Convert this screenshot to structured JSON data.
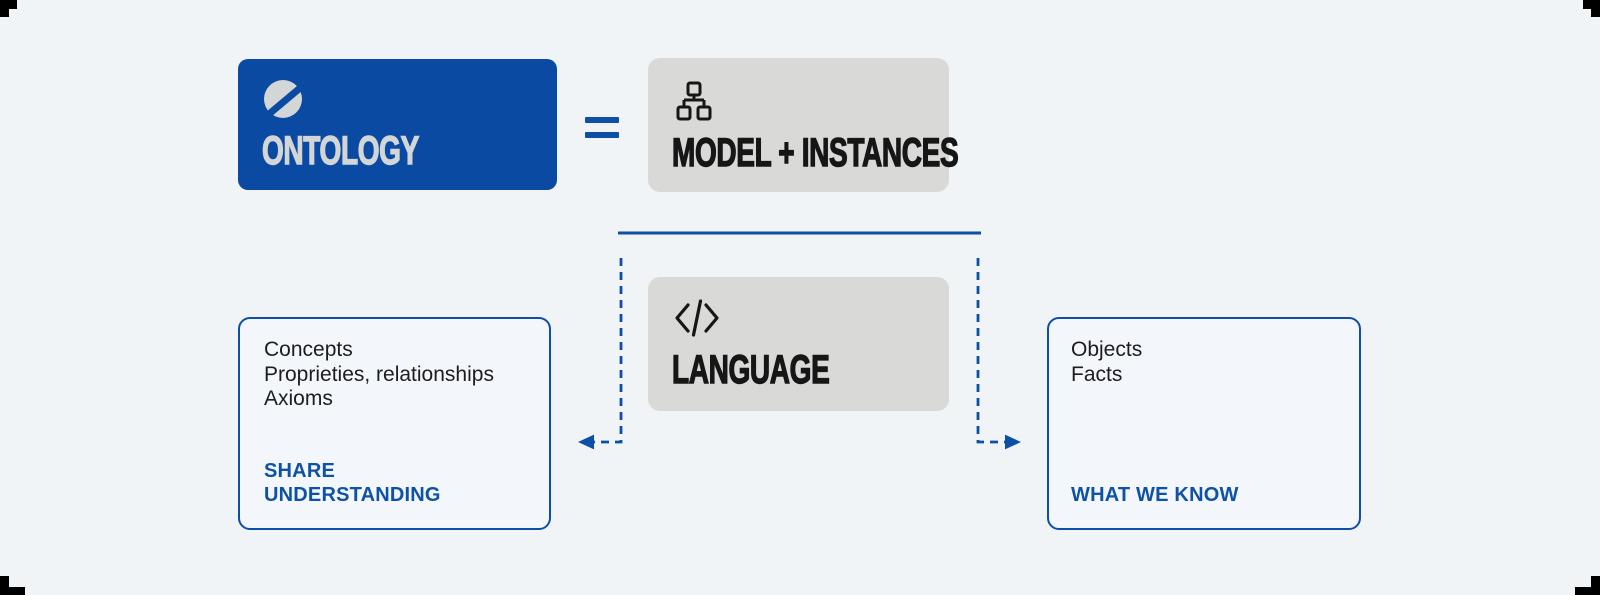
{
  "theme": {
    "blue-primary": "#0b4aa2",
    "blue-accent": "#0d4fa4",
    "blue-text": "#0e52a6",
    "gray-box": "#d9d9d7",
    "background": "#f0f4f7",
    "panel-fill": "#f3f6fa",
    "ink": "#161616",
    "body-text": "#1d1d1f",
    "logo-gray": "#d3d6d6",
    "corner-black": "#000000"
  },
  "ontology_box": {
    "label": "ONTOLOGY",
    "icon": "ontology-logo-icon"
  },
  "equals": {
    "symbol": "="
  },
  "model_box": {
    "label": "MODEL + INSTANCES",
    "icon": "hierarchy-icon"
  },
  "language_box": {
    "label": "LANGUAGE",
    "icon": "code-icon"
  },
  "left_box": {
    "lines": [
      "Concepts",
      "Proprieties, relationships",
      "Axioms"
    ],
    "highlight": "SHARE\nUNDERSTANDING"
  },
  "right_box": {
    "lines": [
      "Objects",
      "Facts"
    ],
    "highlight": "WHAT WE KNOW"
  }
}
